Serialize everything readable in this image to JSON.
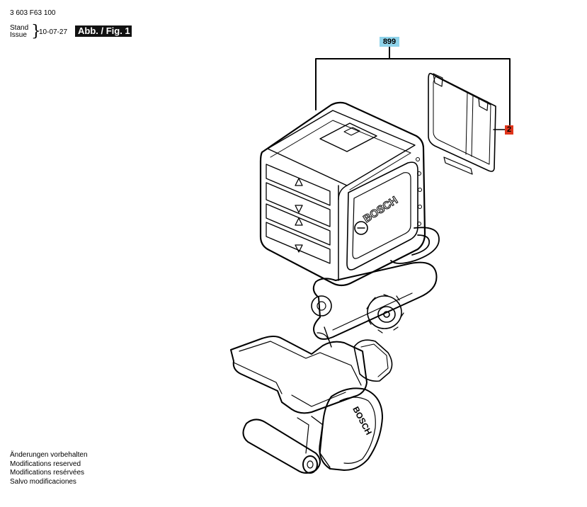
{
  "header": {
    "part_number": "3 603 F63 100",
    "stand_label": "Stand",
    "issue_label": "Issue",
    "date": "10-07-27",
    "figure_label": "Abb. / Fig. 1"
  },
  "callouts": {
    "assembly": "899",
    "part": "2",
    "assembly_color": "#8fd3ea",
    "part_color": "#e0351b"
  },
  "branding": {
    "logo_text": "BOSCH"
  },
  "notice": {
    "de": "Änderungen vorbehalten",
    "en": "Modifications reserved",
    "fr": "Modifications resérvées",
    "es": "Salvo modificaciones"
  }
}
